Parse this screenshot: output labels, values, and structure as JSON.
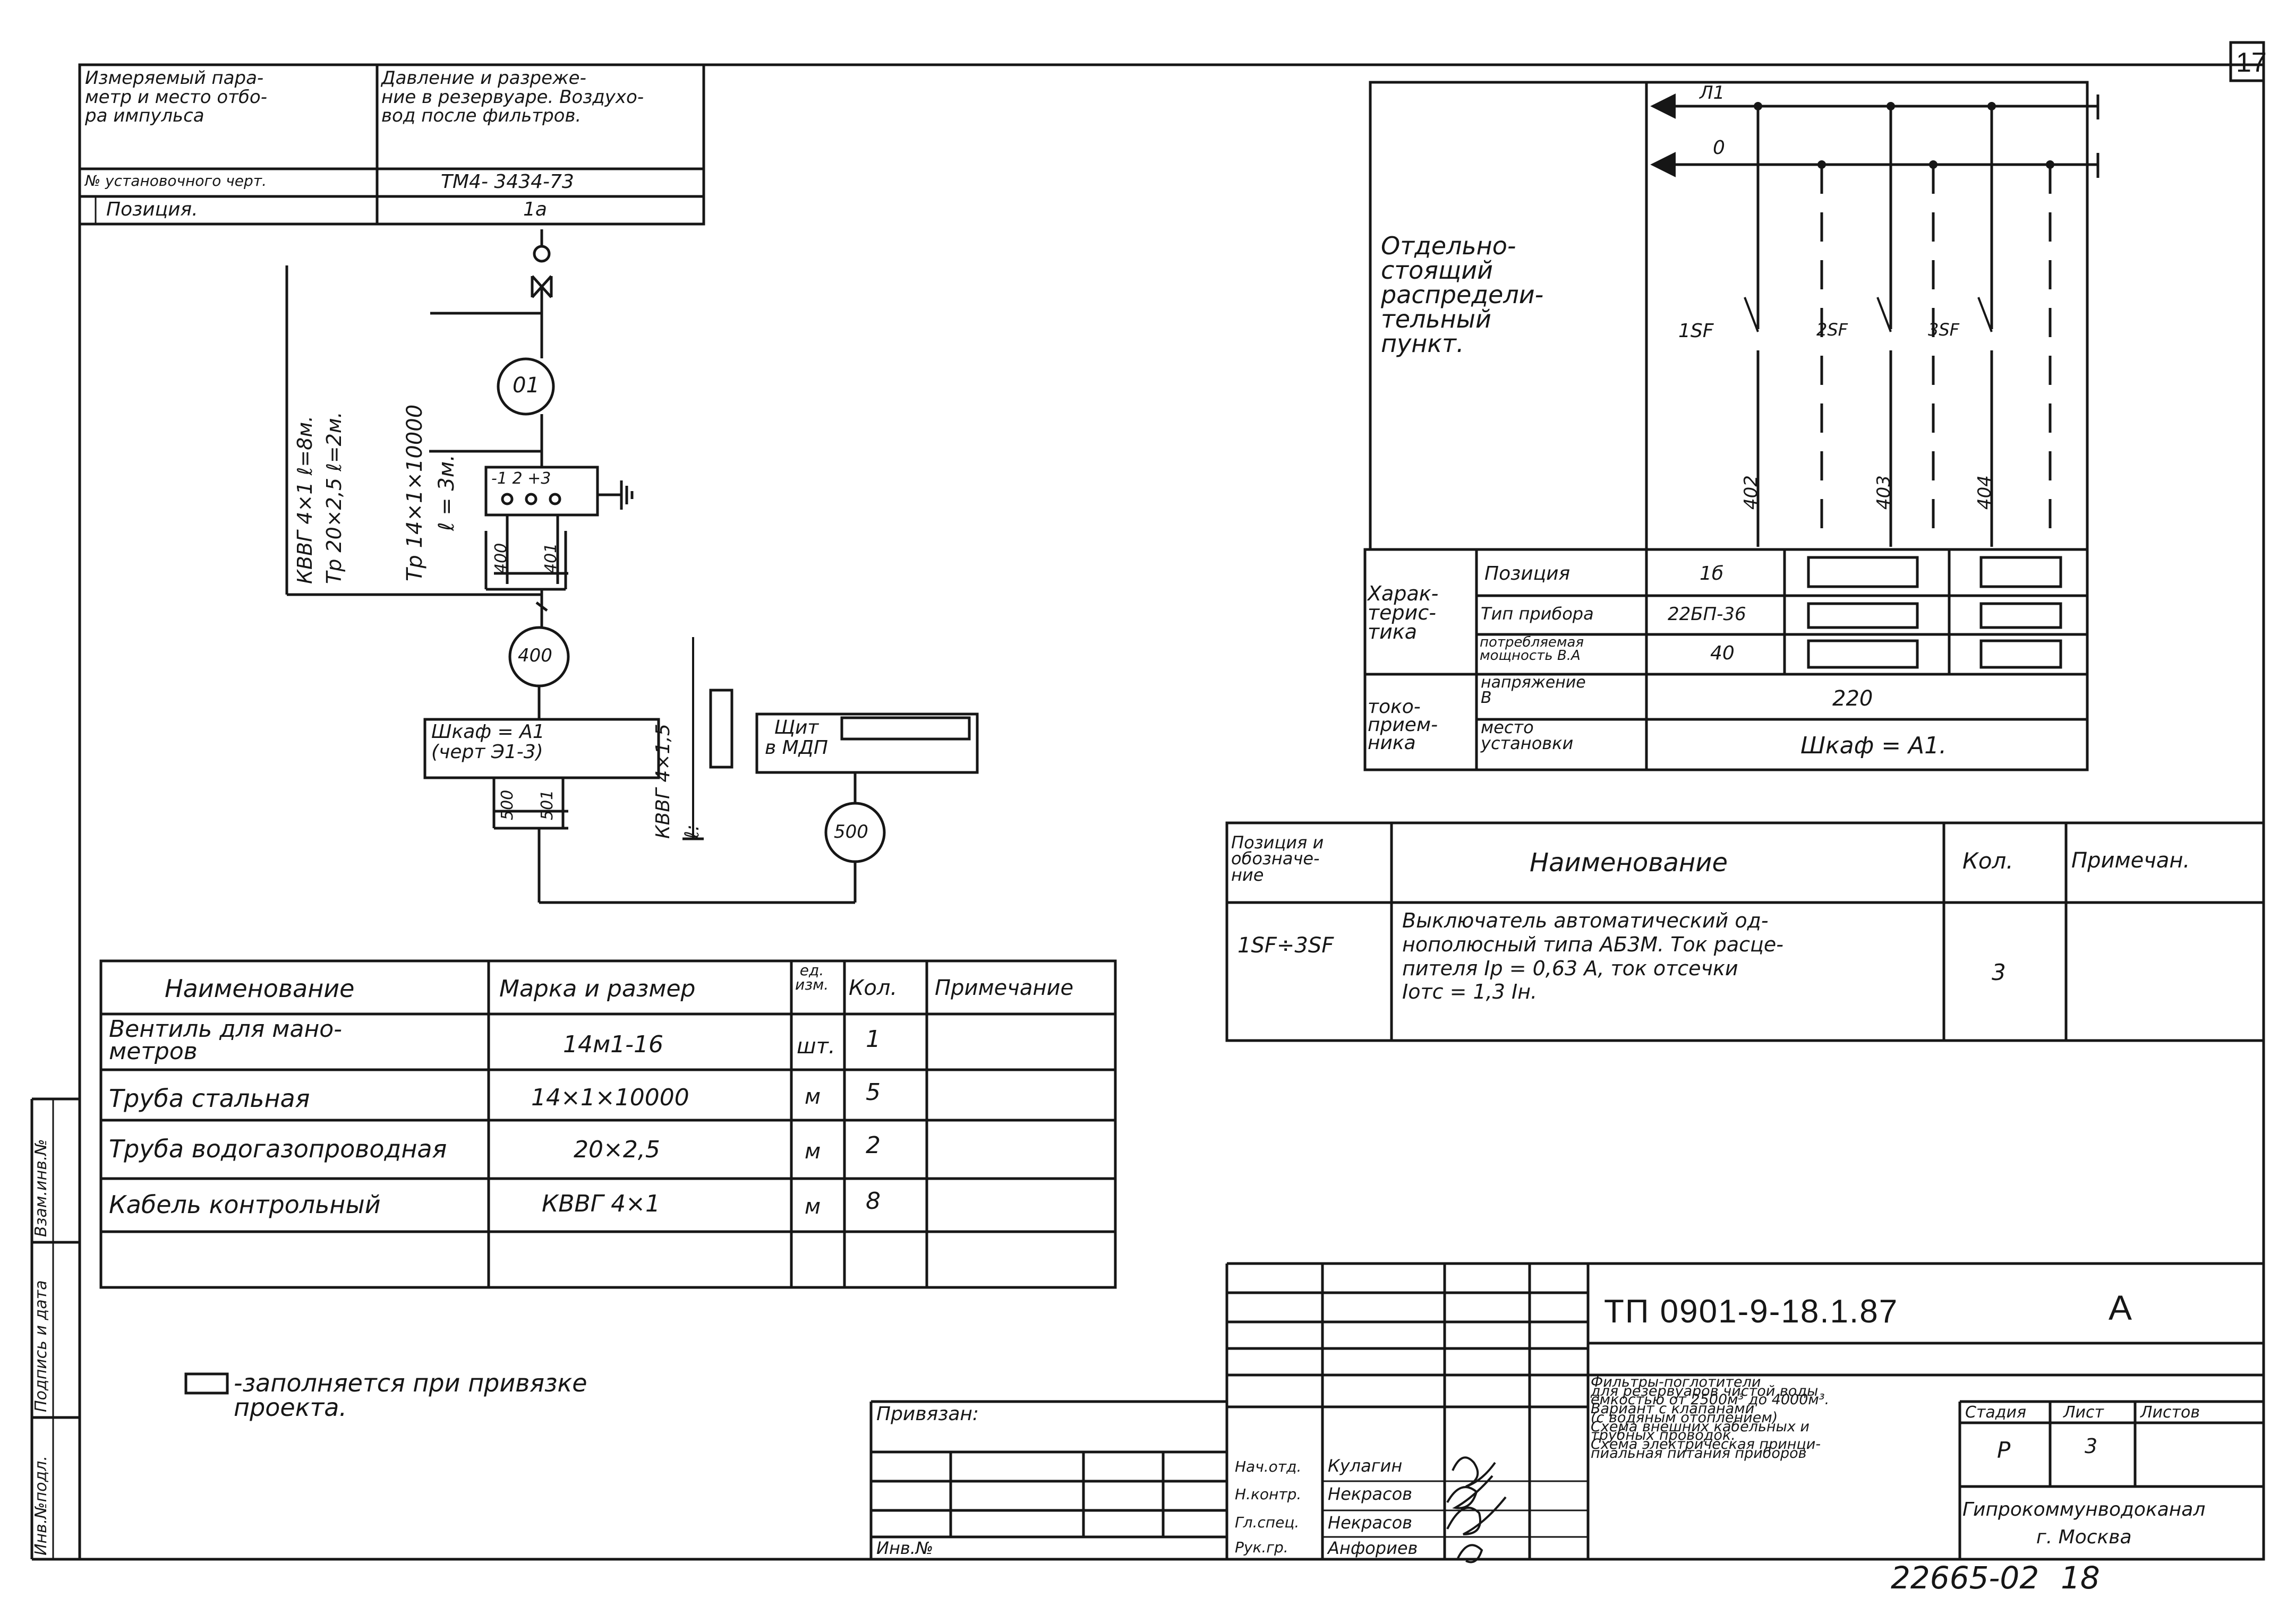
{
  "sheet_number": "17",
  "header_block": {
    "param_label": "Измеряемый пара-\nметр и место отбо-\nра импульса",
    "param_value": "Давление и разреже-\nние в резервуаре. Воздухо-\nвод после фильтров.",
    "drawing_label": "№ установочного черт.",
    "drawing_value": "ТМ4- 3434-73",
    "position_label": "Позиция.",
    "position_value": "1а"
  },
  "scheme": {
    "gauge_label": "01",
    "terminals": "-1  2 +3",
    "wire_400": "400",
    "wire_401": "401",
    "node_400": "400",
    "cabinet_label": "Шкаф = А1\n(черт Э1-3)",
    "wire_500": "500",
    "wire_501": "501",
    "panel_label": "Щит\nв МДП",
    "node_500": "500",
    "cable_a1": "КВВГ 4×1    ℓ=8м.",
    "cable_a2": "Тр 20×2,5   ℓ=2м.",
    "cable_b1": "Тр 14×1×10000",
    "cable_b2": "ℓ = 3м.",
    "cable_c1": "КВВГ 4×1,5",
    "cable_c2": "ℓ:"
  },
  "distribution": {
    "title": "Отдельно-\nстоящий\nраспредели-\nтельный\nпункт.",
    "bus_l1": "Л1",
    "bus_0": "0",
    "breakers": [
      "1SF",
      "2SF",
      "3SF"
    ],
    "circuits": [
      "402",
      "403",
      "404"
    ],
    "char_label": "Харак-\nтерис-\nтика",
    "consumer_label": "токо-\nприем-\nника",
    "position_label": "Позиция",
    "position_value": "1б",
    "type_label": "Тип прибора",
    "type_value": "22БП-36",
    "power_label": "потребляемая\nмощность В.А",
    "power_value": "40",
    "voltage_label": "напряжение\nВ",
    "voltage_value": "220",
    "place_label": "место\nустановки",
    "place_value": "Шкаф = А1."
  },
  "spec_right": {
    "headers": [
      "Позиция и\nобозначе-\nние",
      "Наименование",
      "Кол.",
      "Примечан."
    ],
    "rows": [
      {
        "pos": "1SF÷3SF",
        "name": "Выключатель автоматический од-\nнополюсный типа  АБ3М. Ток расце-\nпителя  Iр = 0,63 А, ток отсечки\nIотс = 1,3 Iн.",
        "qty": "3",
        "note": ""
      }
    ]
  },
  "materials": {
    "headers": [
      "Наименование",
      "Марка и размер",
      "ед.\nизм.",
      "Кол.",
      "Примечание"
    ],
    "rows": [
      {
        "name": "Вентиль для мано-\nметров",
        "mark": "14м1-16",
        "unit": "шт.",
        "qty": "1",
        "note": ""
      },
      {
        "name": "Труба стальная",
        "mark": "14×1×10000",
        "unit": "м",
        "qty": "5",
        "note": ""
      },
      {
        "name": "Труба водогазопроводная",
        "mark": "20×2,5",
        "unit": "м",
        "qty": "2",
        "note": ""
      },
      {
        "name": "Кабель контрольный",
        "mark": "КВВГ 4×1",
        "unit": "м",
        "qty": "8",
        "note": ""
      }
    ]
  },
  "legend": "-заполняется при привязке\n проекта.",
  "side_labels": [
    "Инв.№подл.",
    "Подпись и дата",
    "Взам.инв.№"
  ],
  "title_block": {
    "code": "ТП 0901-9-18.1.87",
    "letter": "А",
    "linked_label": "Привязан:",
    "inv_label": "Инв.№",
    "description": "Фильтры-поглотители\nдля резервуаров чистой воды\nемкостью от 2500м³ до 4000м³.\nВариант с клапанами\n(с водяным отоплением)\nСхема внешних кабельных и\nтрубных проводок.\nСхема электрическая принци-\nпиальная питания приборов",
    "stage_label": "Стадия",
    "sheet_label": "Лист",
    "sheets_label": "Листов",
    "stage_value": "Р",
    "sheet_value": "3",
    "sheets_value": "",
    "org": "Гипрокоммунводоканал\nг. Москва",
    "signers": [
      {
        "role": "Нач.отд.",
        "name": "Кулагин"
      },
      {
        "role": "Н.контр.",
        "name": "Некрасов"
      },
      {
        "role": "Гл.спец.",
        "name": "Некрасов"
      },
      {
        "role": "Рук.гр.",
        "name": "Анфориев"
      }
    ]
  },
  "archive_number": "22665-02",
  "page_number": "18"
}
